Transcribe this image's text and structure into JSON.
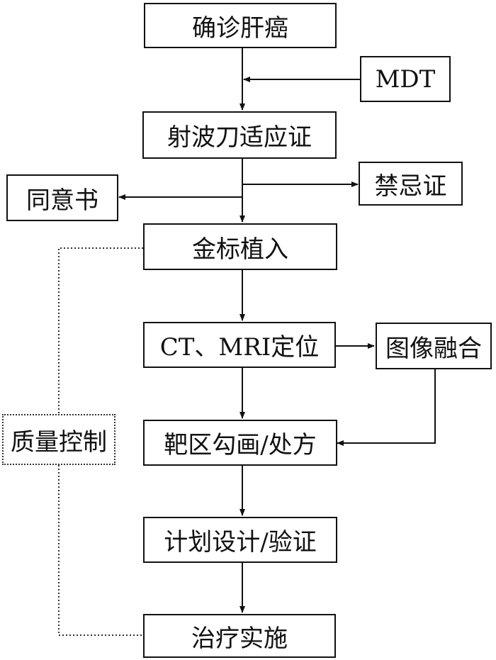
{
  "nodes": {
    "diagnose": "确诊肝癌",
    "mdt": "MDT",
    "indication": "射波刀适应证",
    "contraindication": "禁忌证",
    "consent": "同意书",
    "fiducial": "金标植入",
    "localization": "CT、MRI定位",
    "fusion": "图像融合",
    "contouring": "靶区勾画/处方",
    "planning": "计划设计/验证",
    "treatment": "治疗实施",
    "qc": "质量控制"
  },
  "colors": {
    "line": "#111111",
    "dotted": "#333333",
    "background": "#ffffff"
  }
}
